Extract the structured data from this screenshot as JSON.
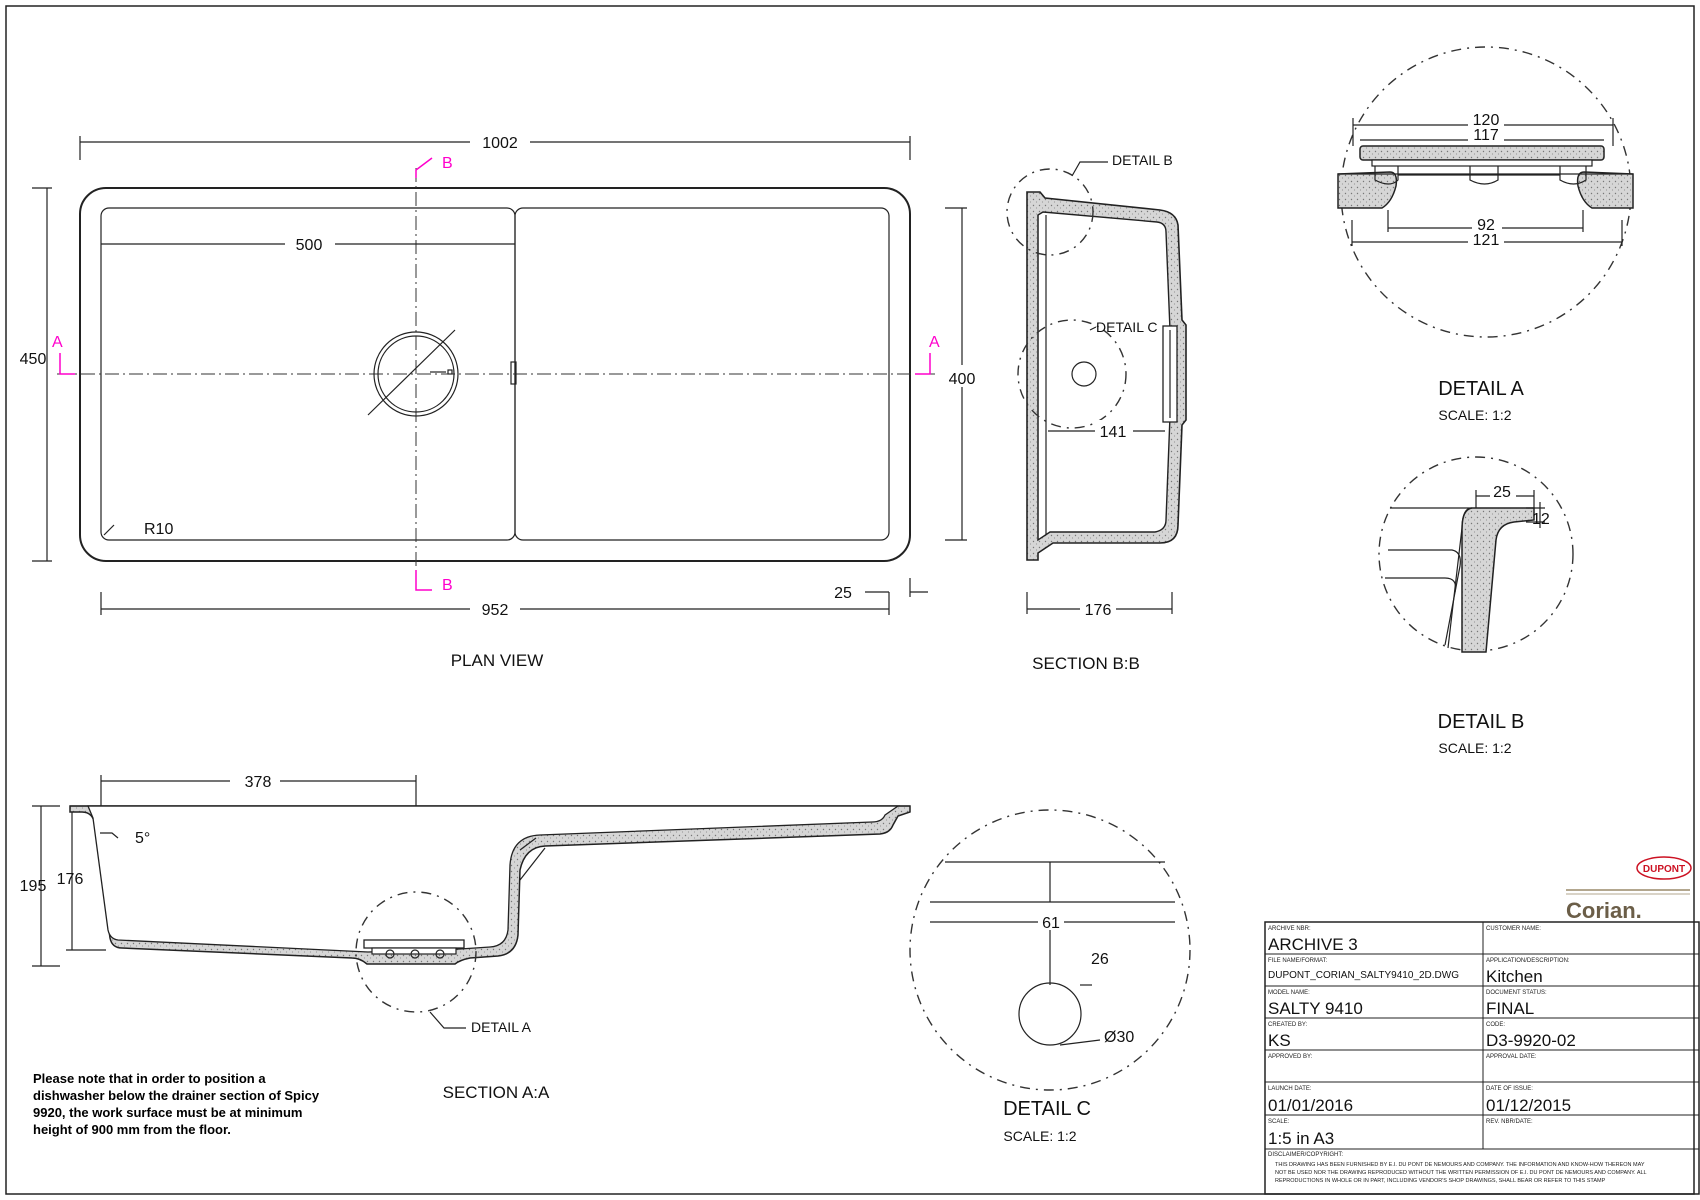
{
  "plan_view": {
    "title": "PLAN VIEW",
    "dim_overall_width": "1002",
    "dim_bowl_width": "500",
    "dim_overall_depth": "450",
    "dim_inner_depth": "400",
    "dim_inner_length": "952",
    "dim_edge": "25",
    "radius": "R10",
    "section_a": "A",
    "section_b": "B"
  },
  "section_bb": {
    "title": "SECTION B:B",
    "detail_b_label": "DETAIL B",
    "detail_c_label": "DETAIL C",
    "dim_141": "141",
    "dim_176": "176"
  },
  "section_aa": {
    "title": "SECTION A:A",
    "dim_378": "378",
    "dim_195": "195",
    "dim_176": "176",
    "angle": "5°",
    "detail_a_label": "DETAIL A"
  },
  "detail_a": {
    "title": "DETAIL A",
    "scale": "SCALE: 1:2",
    "dims": [
      "120",
      "117",
      "92",
      "121"
    ]
  },
  "detail_b": {
    "title": "DETAIL B",
    "scale": "SCALE: 1:2",
    "dims": [
      "25",
      "12"
    ]
  },
  "detail_c": {
    "title": "DETAIL C",
    "scale": "SCALE: 1:2",
    "dims": [
      "61",
      "26",
      "Ø30"
    ]
  },
  "note": "Please note that in order to position a dishwasher below the drainer section of Spicy 9920, the work surface must be at minimum height of 900 mm from the floor.",
  "logo": {
    "dupont": "DUPONT",
    "brand": "Corian."
  },
  "title_block": {
    "archive_nbr_label": "ARCHIVE NBR:",
    "archive_nbr": "ARCHIVE 3",
    "customer_name_label": "CUSTOMER NAME:",
    "customer_name": "",
    "file_name_label": "FILE NAME/FORMAT:",
    "file_name": "DUPONT_CORIAN_SALTY9410_2D.DWG",
    "application_label": "APPLICATION/DESCRIPTION:",
    "application": "Kitchen",
    "model_name_label": "MODEL NAME:",
    "model_name": "SALTY 9410",
    "document_status_label": "DOCUMENT STATUS:",
    "document_status": "FINAL",
    "created_by_label": "CREATED BY:",
    "created_by": "KS",
    "code_label": "CODE:",
    "code": "D3-9920-02",
    "approved_by_label": "APPROVED BY:",
    "approved_by": "",
    "approval_date_label": "APPROVAL DATE:",
    "approval_date": "",
    "launch_date_label": "LAUNCH DATE:",
    "launch_date": "01/01/2016",
    "date_of_issue_label": "DATE OF ISSUE:",
    "date_of_issue": "01/12/2015",
    "scale_label": "SCALE:",
    "scale": "1:5 in A3",
    "rev_label": "REV. NBR/DATE:",
    "rev": "",
    "disclaimer_label": "DISCLAIMER/COPYRIGHT:",
    "disclaimer_1": "THIS DRAWING HAS BEEN FURNISHED BY E.I. DU PONT DE NEMOURS AND COMPANY. THE INFORMATION AND KNOW-HOW THEREON MAY",
    "disclaimer_2": "NOT BE USED NOR THE DRAWING REPRODUCED WITHOUT THE WRITTEN PERMISSION OF E.I. DU PONT DE NEMOURS AND COMPANY. ALL",
    "disclaimer_3": "REPRODUCTIONS IN WHOLE OR IN PART, INCLUDING VENDOR'S SHOP DRAWINGS, SHALL BEAR OR REFER TO THIS STAMP"
  }
}
